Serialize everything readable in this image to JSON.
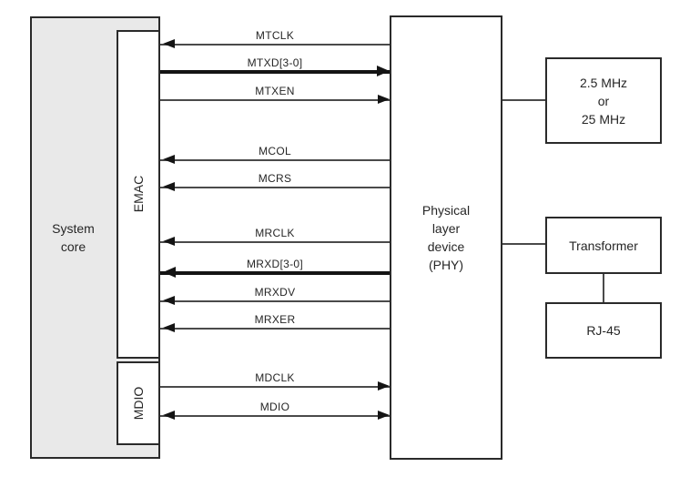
{
  "blocks": {
    "system_core": {
      "line1": "System",
      "line2": "core"
    },
    "emac": {
      "label": "EMAC"
    },
    "mdio": {
      "label": "MDIO"
    },
    "phy": {
      "lines": [
        "Physical",
        "layer",
        "device",
        "(PHY)"
      ]
    },
    "clock": {
      "lines": [
        "2.5 MHz",
        "or",
        "25 MHz"
      ]
    },
    "transformer": {
      "label": "Transformer"
    },
    "rj45": {
      "label": "RJ-45"
    }
  },
  "signals": [
    {
      "label": "MTCLK",
      "direction": "phy-to-emac",
      "bus": false
    },
    {
      "label": "MTXD[3-0]",
      "direction": "emac-to-phy",
      "bus": true
    },
    {
      "label": "MTXEN",
      "direction": "emac-to-phy",
      "bus": false
    },
    {
      "label": "MCOL",
      "direction": "phy-to-emac",
      "bus": false
    },
    {
      "label": "MCRS",
      "direction": "phy-to-emac",
      "bus": false
    },
    {
      "label": "MRCLK",
      "direction": "phy-to-emac",
      "bus": false
    },
    {
      "label": "MRXD[3-0]",
      "direction": "phy-to-emac",
      "bus": true
    },
    {
      "label": "MRXDV",
      "direction": "phy-to-emac",
      "bus": false
    },
    {
      "label": "MRXER",
      "direction": "phy-to-emac",
      "bus": false
    },
    {
      "label": "MDCLK",
      "direction": "mdio-to-phy",
      "bus": false
    },
    {
      "label": "MDIO",
      "direction": "bidirectional",
      "bus": false
    }
  ],
  "colors": {
    "background": "#ffffff",
    "box_border": "#2a2a2a",
    "grey_fill": "#e9e9e9",
    "line": "#4a4a4a",
    "bus_line": "#141414",
    "text": "#262626"
  }
}
